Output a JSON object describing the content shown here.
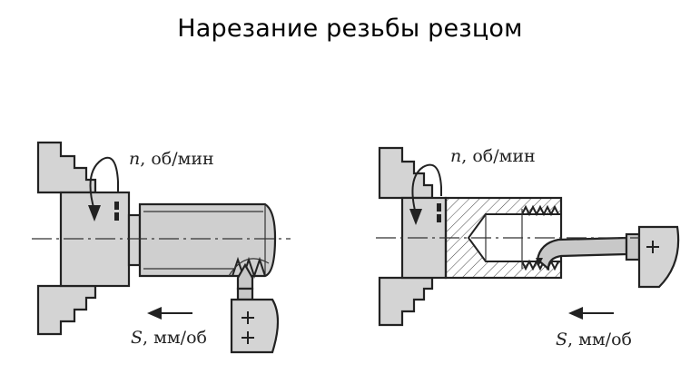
{
  "title": "Нарезание резьбы резцом",
  "left": {
    "rotation_symbol": "n",
    "rotation_unit": ", об/мин",
    "feed_symbol": "S",
    "feed_unit": ", мм/об"
  },
  "right": {
    "rotation_symbol": "n",
    "rotation_unit": ", об/мин",
    "feed_symbol": "S",
    "feed_unit": ", мм/об"
  },
  "colors": {
    "metal": "#d4d4d4",
    "outline": "#222222",
    "background": "#ffffff"
  },
  "icons": [
    "rotation-arrow-icon",
    "feed-arrow-icon",
    "plus-icon"
  ]
}
